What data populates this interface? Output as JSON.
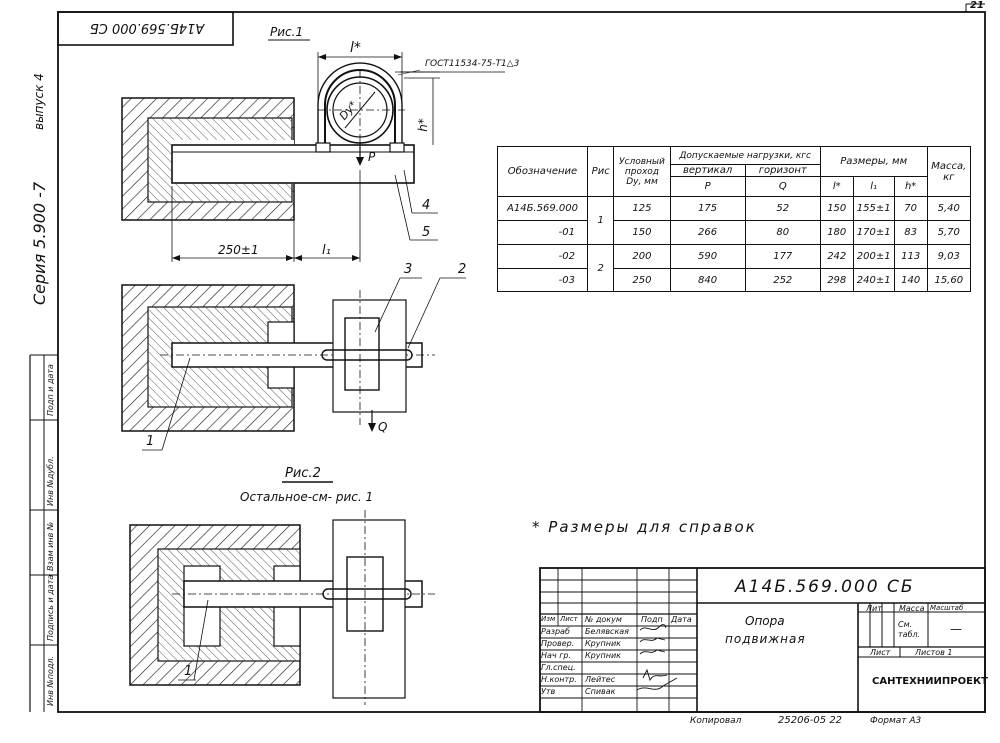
{
  "sheet_number": "21",
  "stamp_rotated": "А14Б.569.000 СБ",
  "side": {
    "issue": "выпуск 4",
    "series": "Серия 5.900 -7",
    "inv_cells": [
      "Инв №подл.",
      "Подпись и дата",
      "Взам инв №",
      "Инв №дубл.",
      "Подп и дата"
    ]
  },
  "fig1": {
    "title": "Рис.1",
    "gost": "ГОСТ11534-75-Т1△3",
    "dim_l": "l*",
    "dim_h": "h*",
    "dim_d": "Dу*",
    "load_p": "P",
    "dim_250": "250±1",
    "dim_l1": "l₁",
    "callouts": [
      "4",
      "5",
      "3",
      "2",
      "1"
    ],
    "load_q": "Q"
  },
  "fig2": {
    "title": "Рис.2",
    "subtitle": "Остальное-см- рис. 1",
    "callout": "1"
  },
  "spec_table": {
    "h_designation": "Обозначение",
    "h_fig": "Рис",
    "h_bore": "Условный проход Dу, мм",
    "h_loads": "Допускаемые нагрузки, кгс",
    "h_vert": "вертикал",
    "h_horiz": "горизонт",
    "h_p": "P",
    "h_q": "Q",
    "h_sizes": "Размеры, мм",
    "h_l": "l*",
    "h_l1": "l₁",
    "h_h": "h*",
    "h_mass": "Масса, кг",
    "rows": [
      {
        "des": "А14Б.569.000",
        "fig": "1",
        "dy": "125",
        "p": "175",
        "q": "52",
        "l": "150",
        "l1": "155±1",
        "h": "70",
        "m": "5,40"
      },
      {
        "des": "-01",
        "fig": "",
        "dy": "150",
        "p": "266",
        "q": "80",
        "l": "180",
        "l1": "170±1",
        "h": "83",
        "m": "5,70"
      },
      {
        "des": "-02",
        "fig": "2",
        "dy": "200",
        "p": "590",
        "q": "177",
        "l": "242",
        "l1": "200±1",
        "h": "113",
        "m": "9,03"
      },
      {
        "des": "-03",
        "fig": "",
        "dy": "250",
        "p": "840",
        "q": "252",
        "l": "298",
        "l1": "240±1",
        "h": "140",
        "m": "15,60"
      }
    ]
  },
  "note": "* Размеры для справок",
  "title_block": {
    "doc_number": "А14Б.569.000 СБ",
    "name_line1": "Опора",
    "name_line2": "подвижная",
    "col_headers": [
      "Изм",
      "Лист",
      "№ докум",
      "Подп",
      "Дата"
    ],
    "roles": [
      {
        "role": "Разраб",
        "name": "Белявская"
      },
      {
        "role": "Провер.",
        "name": "Крупник"
      },
      {
        "role": "Нач гр.",
        "name": "Крупник"
      },
      {
        "role": "Гл.спец.",
        "name": ""
      },
      {
        "role": "Н.контр.",
        "name": "Лейтес"
      },
      {
        "role": "Утв",
        "name": "Спивак"
      }
    ],
    "lit_label": "Лит",
    "mass_label": "Масса",
    "scale_label": "Масштаб",
    "mass_value": "См. табл.",
    "scale_value": "—",
    "sheet_label": "Лист",
    "sheets_label": "Листов 1",
    "org": "САНТЕХНИИПРОЕКТ"
  },
  "footer": {
    "copied": "Копировал",
    "code": "25206-05 22",
    "format": "Формат А3"
  }
}
